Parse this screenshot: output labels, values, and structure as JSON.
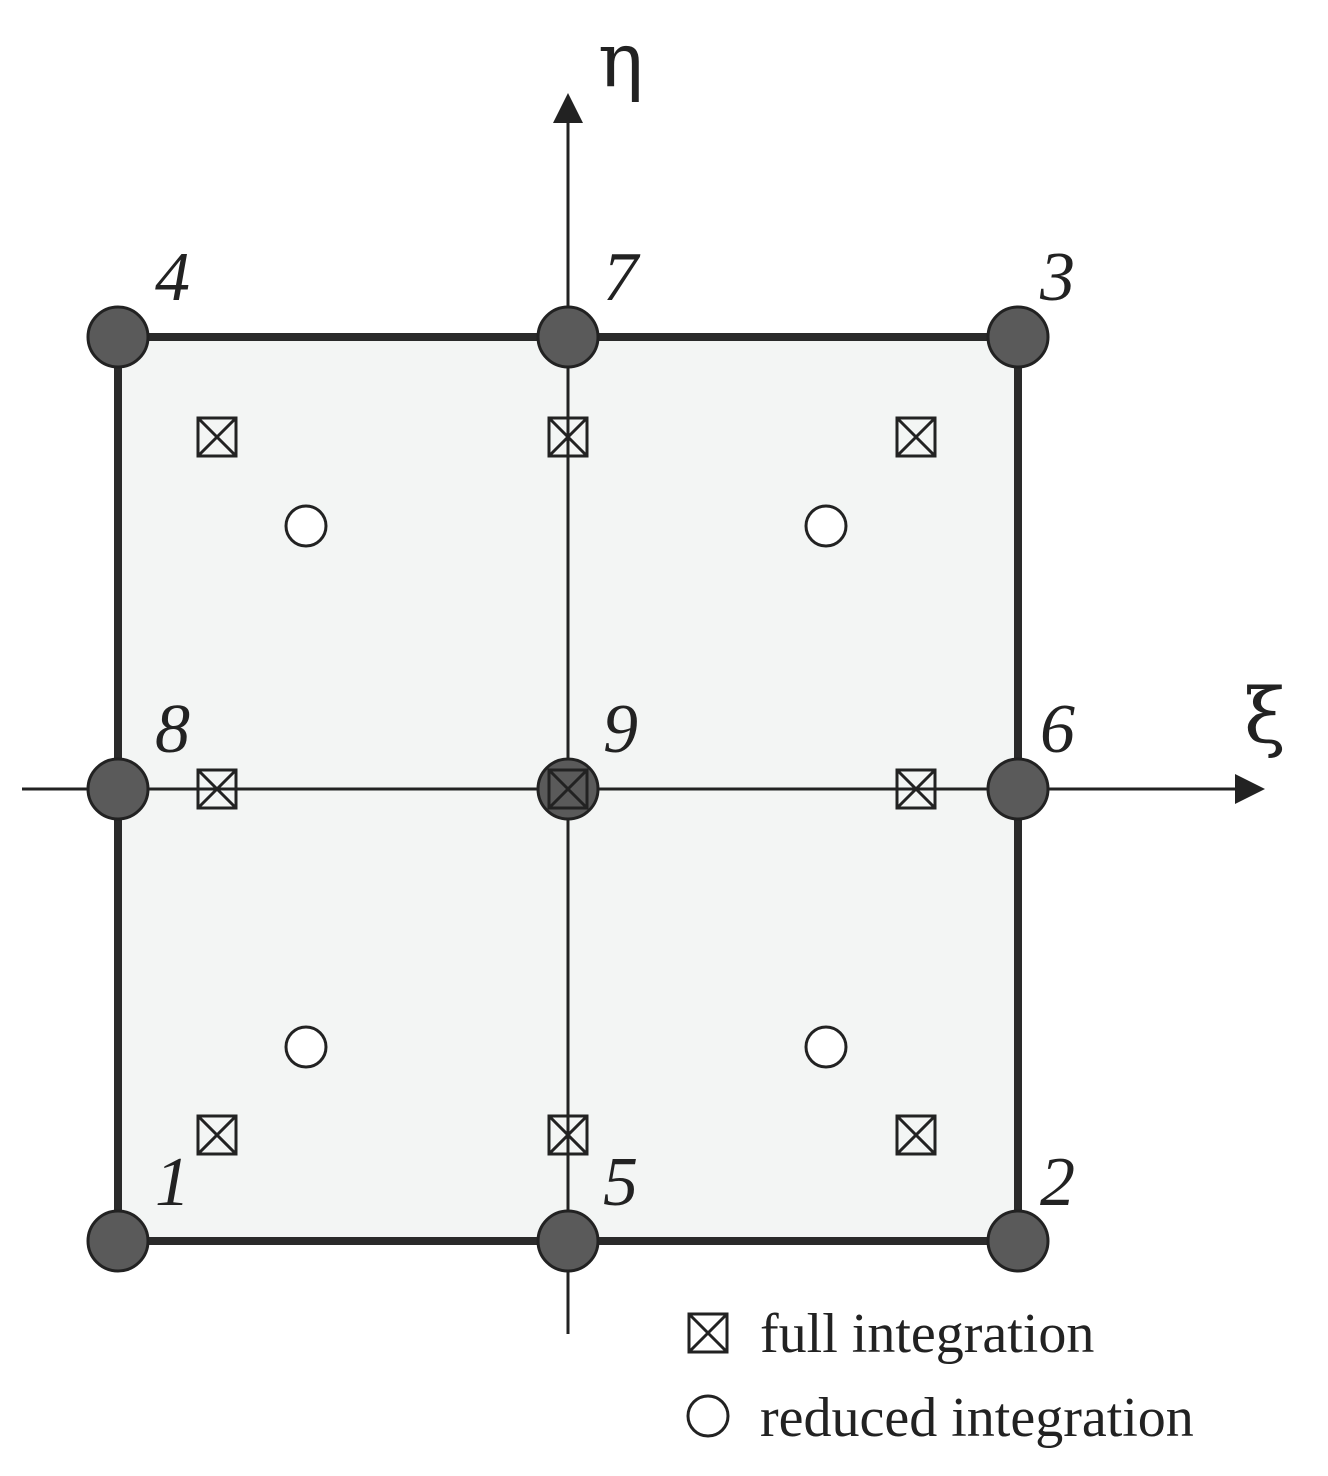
{
  "axes": {
    "xi_label": "ξ",
    "eta_label": "η"
  },
  "nodes": [
    {
      "id": "1",
      "label": "1"
    },
    {
      "id": "2",
      "label": "2"
    },
    {
      "id": "3",
      "label": "3"
    },
    {
      "id": "4",
      "label": "4"
    },
    {
      "id": "5",
      "label": "5"
    },
    {
      "id": "6",
      "label": "6"
    },
    {
      "id": "7",
      "label": "7"
    },
    {
      "id": "8",
      "label": "8"
    },
    {
      "id": "9",
      "label": "9"
    }
  ],
  "legend": {
    "full_label": "full integration",
    "reduced_label": "reduced integration",
    "full_icon": "boxed-x-icon",
    "reduced_icon": "open-circle-icon"
  },
  "colors": {
    "element_fill": "#f3f5f4",
    "node_fill": "#5a5a5a",
    "stroke": "#222222"
  }
}
